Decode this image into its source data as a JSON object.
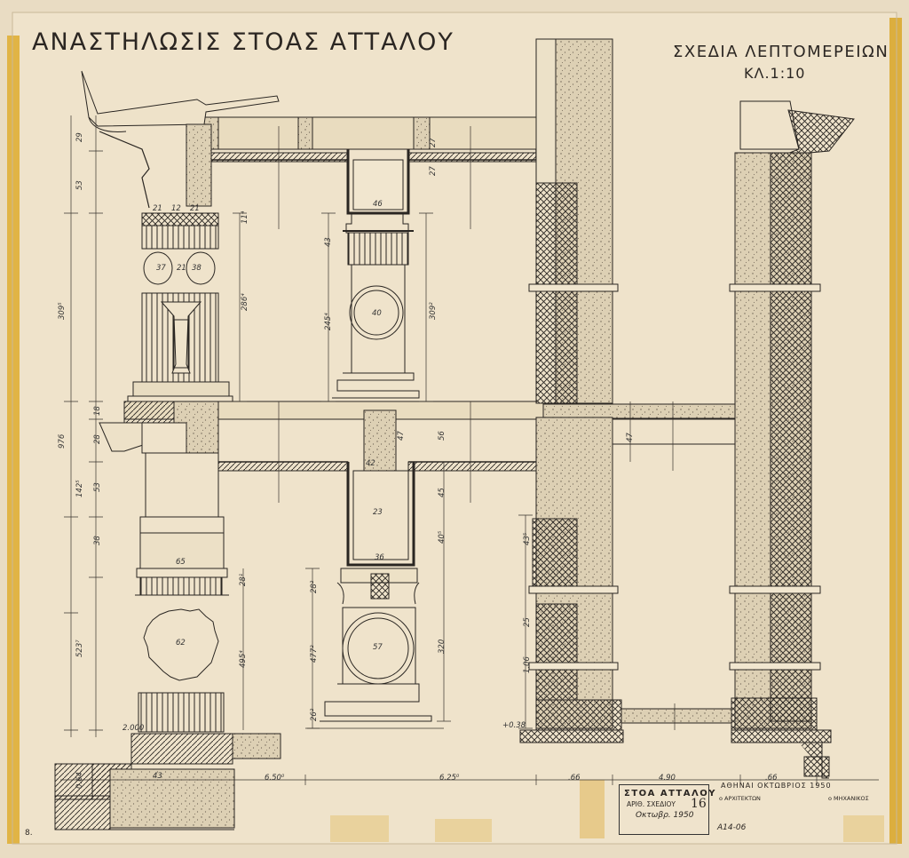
{
  "drawing": {
    "title": "ΑΝΑΣΤΗΛΩΣΙΣ   ΣΤΟΑΣ ΑΤΤΑΛΟΥ",
    "subtitle": "ΣΧΕΔΙΑ ΛΕΠΤΟΜΕΡΕΙΩΝ",
    "scale": "ΚΛ.1:10",
    "sheet_number": "8.",
    "archive_code": "A14-06"
  },
  "title_block": {
    "name": "ΣΤΟΑ ΑΤΤΑΛΟΥ",
    "drawing_no_label": "ΑΡΙΘ. ΣΧΕΔΙΟΥ",
    "drawing_no": "16",
    "date": "Οκτωβρ. 1950",
    "place_date": "ΑΘΗΝΑΙ ΟΚΤΩΒΡΙΟΣ 1950",
    "architect_label": "ο ΑΡΧΙΤΕΚΤΩΝ",
    "engineer_label": "ο ΜΗΧΑΝΙΚΟΣ"
  },
  "dimensions": {
    "d29": "29",
    "d53": "53",
    "d309": "309⁵",
    "d976": "976",
    "d142": "142⁵",
    "d53b": "53",
    "d28": "28",
    "d18": "18",
    "d21a": "21",
    "d12": "12",
    "d21b": "21",
    "d37": "37",
    "d21c": "21",
    "d38": "38",
    "d114": "11⁴",
    "d2864": "286⁴",
    "d46": "46",
    "d43": "43",
    "d2454": "245⁴",
    "d40": "40",
    "d3092": "309²",
    "d27a": "27",
    "d27b": "27",
    "d47": "47",
    "d56": "56",
    "d45": "45",
    "d40b": "40⁵",
    "d42": "42",
    "d23": "23",
    "d36": "36",
    "d65": "65",
    "d281": "28¹",
    "d62": "62",
    "d4954": "495⁴",
    "d5237": "523⁷",
    "d282": "28²",
    "d4772": "477²",
    "d57": "57",
    "d320": "320",
    "d262": "26²",
    "d2000": "2.000",
    "d064": "0.64",
    "d43b": "43",
    "d650": "6.50⁰",
    "d625": "6.25⁰",
    "d066a": ".66",
    "d490": "4.90",
    "d066b": ".66",
    "d0038": "+0.38",
    "d106": "1.06",
    "d25": "25",
    "d43c": "43⁵",
    "d47b": "47"
  }
}
